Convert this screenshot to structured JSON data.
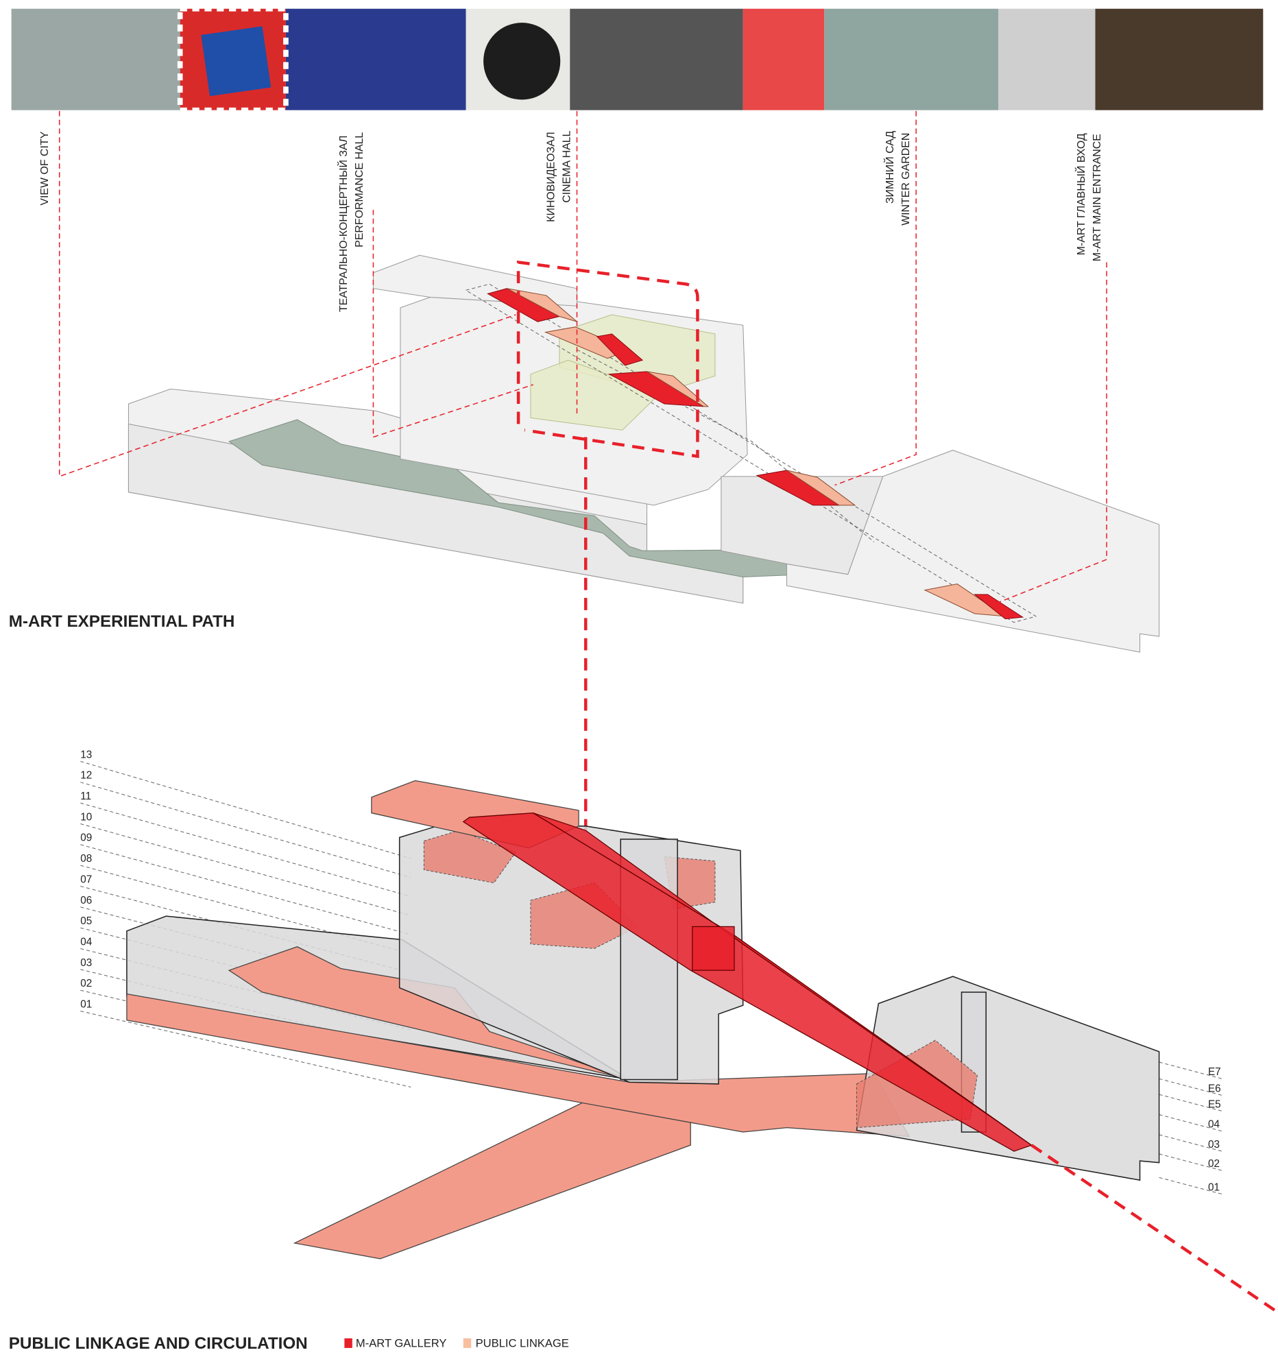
{
  "photo_strip": [
    {
      "name": "view-of-city-photo",
      "color": "#9aa7a4"
    },
    {
      "name": "freedom-poster",
      "color": "#d92a2a"
    },
    {
      "name": "dancers-photo",
      "color": "#2a3b8f"
    },
    {
      "name": "black-circle-artwork",
      "color": "#e8e8e4"
    },
    {
      "name": "black-white-portraits",
      "color": "#555555"
    },
    {
      "name": "marilyn-portrait",
      "color": "#e84848"
    },
    {
      "name": "winter-garden-photo",
      "color": "#8fa5a0"
    },
    {
      "name": "dog-sculpture-photo",
      "color": "#cfcfcf"
    },
    {
      "name": "gallery-sphere-photo",
      "color": "#4a3a2c"
    }
  ],
  "labels": {
    "view_of_city": "VIEW OF CITY",
    "performance_ru": "ТЕАТРАЛЬНО-КОНЦЕРТНЫЙ ЗАЛ",
    "performance_en": "PERFORMANCE HALL",
    "cinema_ru": "КИНОВИДЕОЗАЛ",
    "cinema_en": "CINEMA HALL",
    "garden_ru": "ЗИМНИЙ САД",
    "garden_en": "WINTER GARDEN",
    "entrance_ru": "M-ART ГЛАВНЫЙ ВХОД",
    "entrance_en": "M-ART MAIN ENTRANCE"
  },
  "titles": {
    "experiential": "M-ART EXPERIENTIAL PATH",
    "linkage": "PUBLIC LINKAGE AND CIRCULATION"
  },
  "legend": {
    "gallery": "M-ART GALLERY",
    "public": "PUBLIC LINKAGE",
    "gallery_color": "#e8202a",
    "public_color": "#f8bf9f"
  },
  "floors_left": [
    "13",
    "12",
    "11",
    "10",
    "09",
    "08",
    "07",
    "06",
    "05",
    "04",
    "03",
    "02",
    "01"
  ],
  "floors_right": [
    "E7",
    "E6",
    "E5",
    "04",
    "03",
    "02",
    "01"
  ]
}
